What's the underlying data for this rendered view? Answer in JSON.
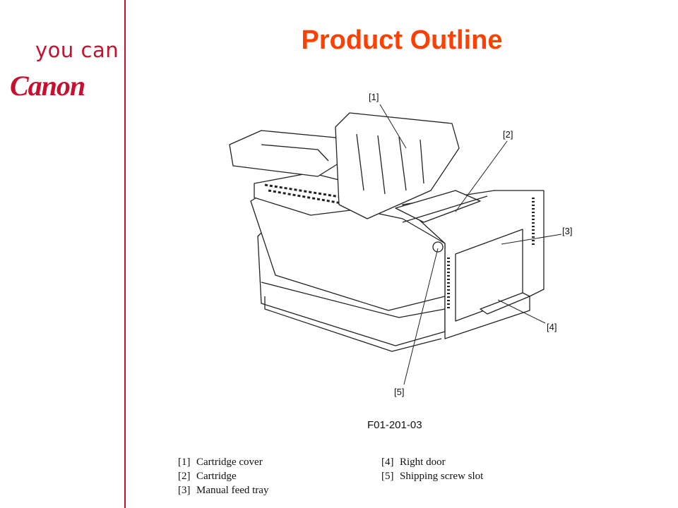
{
  "brand": {
    "tagline": "you can",
    "logo": "Canon",
    "accent": "#c8102e"
  },
  "slide": {
    "title": "Product Outline",
    "title_color": "#ff4000"
  },
  "figure": {
    "callouts": [
      "[1]",
      "[2]",
      "[3]",
      "[4]",
      "[5]"
    ],
    "code": "F01-201-03"
  },
  "legend": {
    "left": [
      {
        "num": "[1]",
        "label": "Cartridge cover"
      },
      {
        "num": "[2]",
        "label": "Cartridge"
      },
      {
        "num": "[3]",
        "label": "Manual feed tray"
      }
    ],
    "right": [
      {
        "num": "[4]",
        "label": "Right door"
      },
      {
        "num": "[5]",
        "label": "Shipping screw slot"
      }
    ]
  }
}
